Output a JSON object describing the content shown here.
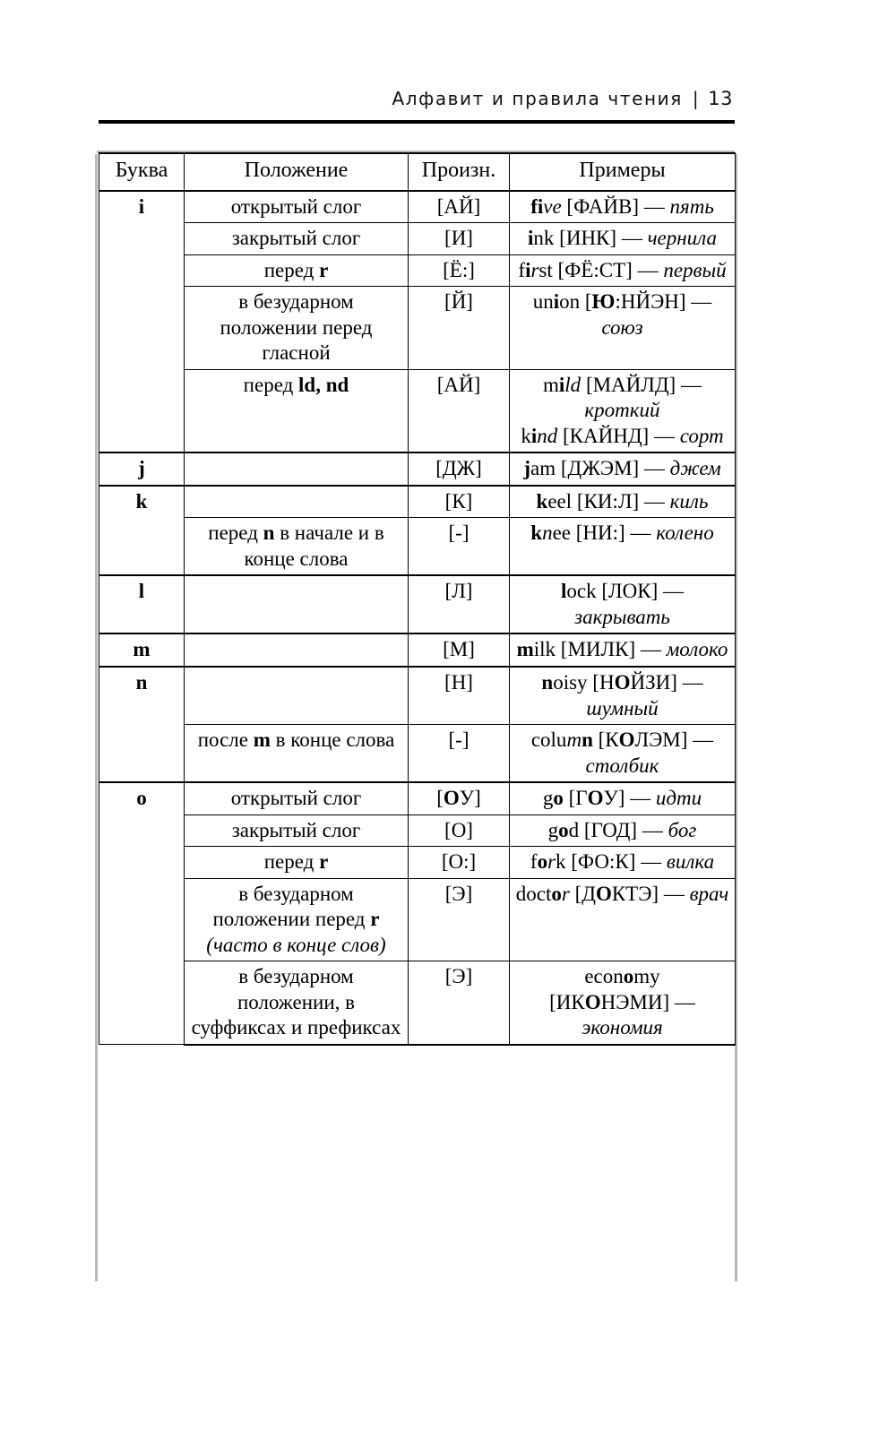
{
  "page": {
    "running_head": "Алфавит и правила чтения",
    "separator": "|",
    "page_number": "13"
  },
  "table": {
    "headers": {
      "letter": "Буква",
      "position": "Положение",
      "pronunciation": "Произн.",
      "examples": "Примеры"
    },
    "rows": [
      {
        "letter": "i",
        "position": "открытый слог",
        "pronunciation": "[АЙ]",
        "example_word": "five",
        "example_transcription": "[ФАЙВ]",
        "example_translation": "пять"
      },
      {
        "letter": "i",
        "position": "закрытый слог",
        "pronunciation": "[И]",
        "example_word": "ink",
        "example_transcription": "[ИНК]",
        "example_translation": "чернила"
      },
      {
        "letter": "i",
        "position": "перед r",
        "pronunciation": "[Ё:]",
        "example_word": "first",
        "example_transcription": "[ФЁ:СТ]",
        "example_translation": "первый"
      },
      {
        "letter": "i",
        "position": "в безударном положении перед гласной",
        "pronunciation": "[Й]",
        "example_word": "union",
        "example_transcription": "[Ю:НЙЭН]",
        "example_translation": "союз"
      },
      {
        "letter": "i",
        "position": "перед ld, nd",
        "pronunciation": "[АЙ]",
        "example_word": "mild",
        "example_transcription": "[МАЙЛД]",
        "example_translation": "кроткий",
        "example_word2": "kind",
        "example_transcription2": "[КАЙНД]",
        "example_translation2": "сорт"
      },
      {
        "letter": "j",
        "position": "",
        "pronunciation": "[ДЖ]",
        "example_word": "jam",
        "example_transcription": "[ДЖЭМ]",
        "example_translation": "джем"
      },
      {
        "letter": "k",
        "position": "",
        "pronunciation": "[К]",
        "example_word": "keel",
        "example_transcription": "[КИ:Л]",
        "example_translation": "киль"
      },
      {
        "letter": "k",
        "position": "перед n в начале и в конце слова",
        "pronunciation": "[-]",
        "example_word": "knee",
        "example_transcription": "[НИ:]",
        "example_translation": "колено"
      },
      {
        "letter": "l",
        "position": "",
        "pronunciation": "[Л]",
        "example_word": "lock",
        "example_transcription": "[ЛОК]",
        "example_translation": "закрывать"
      },
      {
        "letter": "m",
        "position": "",
        "pronunciation": "[М]",
        "example_word": "milk",
        "example_transcription": "[МИЛК]",
        "example_translation": "молоко"
      },
      {
        "letter": "n",
        "position": "",
        "pronunciation": "[Н]",
        "example_word": "noisy",
        "example_transcription": "[НОЙЗИ]",
        "example_translation": "шумный"
      },
      {
        "letter": "n",
        "position": "после m в конце слова",
        "pronunciation": "[-]",
        "example_word": "column",
        "example_transcription": "[КОЛЭМ]",
        "example_translation": "столбик"
      },
      {
        "letter": "o",
        "position": "открытый слог",
        "pronunciation": "[ОУ]",
        "example_word": "go",
        "example_transcription": "[ГОУ]",
        "example_translation": "идти"
      },
      {
        "letter": "o",
        "position": "закрытый слог",
        "pronunciation": "[О]",
        "example_word": "god",
        "example_transcription": "[ГОД]",
        "example_translation": "бог"
      },
      {
        "letter": "o",
        "position": "перед r",
        "pronunciation": "[О:]",
        "example_word": "fork",
        "example_transcription": "[ФО:К]",
        "example_translation": "вилка"
      },
      {
        "letter": "o",
        "position": "в безударном положении перед r (часто в конце слов)",
        "pronunciation": "[Э]",
        "example_word": "doctor",
        "example_transcription": "[ДОКТЭ]",
        "example_translation": "врач"
      },
      {
        "letter": "o",
        "position": "в безударном положении, в суффиксах и префиксах",
        "pronunciation": "[Э]",
        "example_word": "economy",
        "example_transcription": "[ИКОНЭМИ]",
        "example_translation": "экономия"
      }
    ]
  }
}
